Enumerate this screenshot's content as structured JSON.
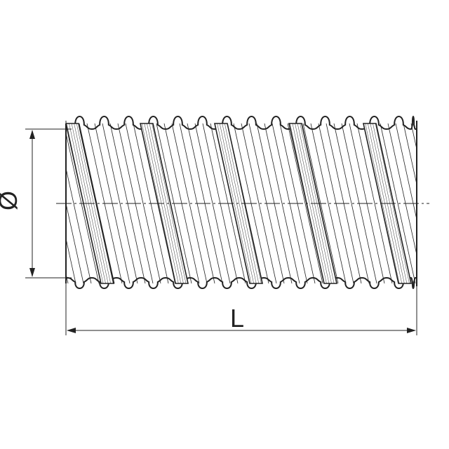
{
  "drawing": {
    "subject": "corrugated-helical-hose",
    "diameter_label": "Ø",
    "length_label": "L",
    "colors": {
      "line": "#222222",
      "background": "#ffffff",
      "reinforcement_fill": "#ffffff"
    },
    "reinforcement_strip_count": 5,
    "has_centerline": true
  }
}
